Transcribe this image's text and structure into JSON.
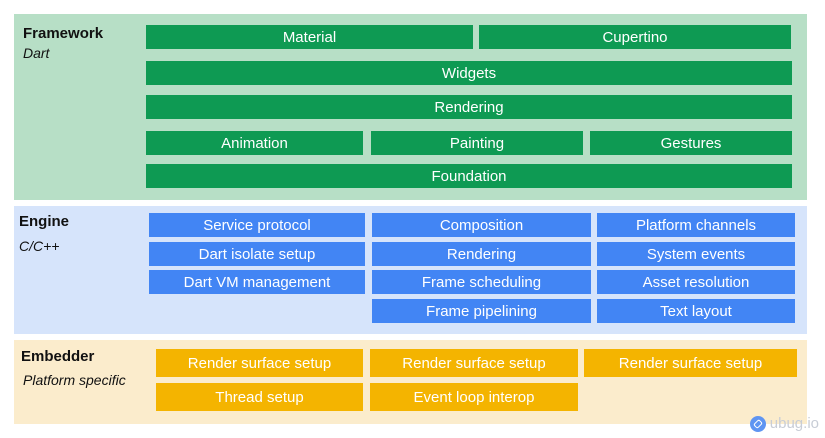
{
  "framework": {
    "title": "Framework",
    "subtitle": "Dart",
    "background": "#b7dfc6",
    "box_color": "#0e9a53",
    "rows": {
      "material": "Material",
      "cupertino": "Cupertino",
      "widgets": "Widgets",
      "rendering": "Rendering",
      "animation": "Animation",
      "painting": "Painting",
      "gestures": "Gestures",
      "foundation": "Foundation"
    }
  },
  "engine": {
    "title": "Engine",
    "subtitle": "C/C++",
    "background": "#d6e4fb",
    "box_color": "#4285f4",
    "col1": [
      "Service protocol",
      "Dart isolate setup",
      "Dart VM management"
    ],
    "col2": [
      "Composition",
      "Rendering",
      "Frame scheduling",
      "Frame pipelining"
    ],
    "col3": [
      "Platform channels",
      "System events",
      "Asset resolution",
      "Text layout"
    ]
  },
  "embedder": {
    "title": "Embedder",
    "subtitle": "Platform specific",
    "background": "#fbeccc",
    "box_color": "#f4b400",
    "row1": [
      "Render surface setup",
      "Render surface setup",
      "Render surface setup"
    ],
    "row2": [
      "Thread setup",
      "Event loop interop"
    ]
  },
  "watermark": {
    "icon": "ubug-logo-icon",
    "text": "ubug.io"
  }
}
